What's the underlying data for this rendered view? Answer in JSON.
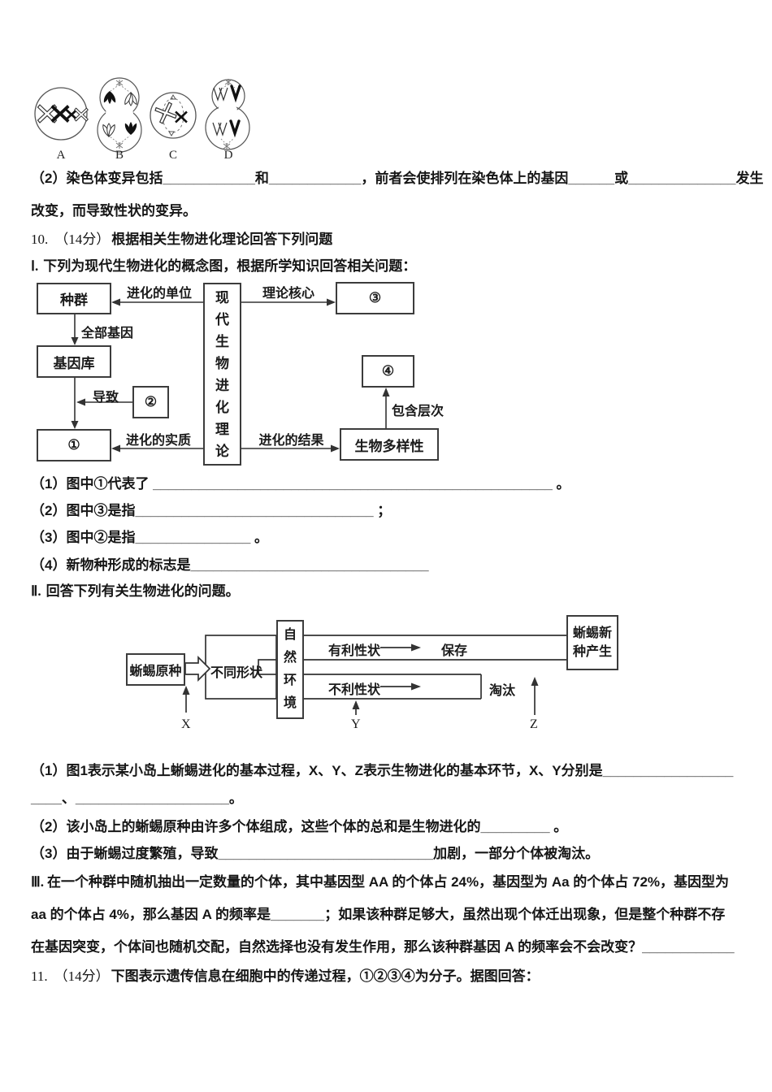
{
  "figure_cells": {
    "labels": [
      "A",
      "B",
      "C",
      "D"
    ]
  },
  "q9": {
    "line1": "（2）染色体变异包括____________和____________，前者会使排列在染色体上的基因______或______________发生",
    "line2": "改变，而导致性状的变异。"
  },
  "q10": {
    "number": "10.",
    "score": "（14分）",
    "title": "根据相关生物进化理论回答下列问题",
    "part1": {
      "heading_num": "Ⅰ.",
      "heading": "下列为现代生物进化的概念图，根据所学知识回答相关问题：",
      "flowchart": {
        "center": "现代生物进化理论",
        "population": "种群",
        "gene_pool": "基因库",
        "circle1": "①",
        "circle2": "②",
        "circle3": "③",
        "circle4": "④",
        "biodiversity": "生物多样性",
        "label_unit": "进化的单位",
        "label_core": "理论核心",
        "label_all_genes": "全部基因",
        "label_leads": "导致",
        "label_essence": "进化的实质",
        "label_result": "进化的结果",
        "label_levels": "包含层次"
      },
      "questions": [
        "（1）图中①代表了 ____________________________________________________ 。",
        "（2）图中③是指_______________________________ ；",
        "（3）图中②是指_______________ 。",
        "（4）新物种形成的标志是_______________________________"
      ]
    },
    "part2": {
      "heading_num": "Ⅱ.",
      "heading": "回答下列有关生物进化的问题。",
      "diagram": {
        "original_species": "蜥蜴原种",
        "different_traits": "不同形状",
        "environment": "自然环境",
        "favorable": "有利性状",
        "preserved": "保存",
        "unfavorable": "不利性状",
        "eliminated": "淘汰",
        "new_species_line1": "蜥蜴新",
        "new_species_line2": "种产生",
        "label_x": "X",
        "label_y": "Y",
        "label_z": "Z"
      },
      "lines": [
        "（1）图1表示某小岛上蜥蜴进化的基本过程，X、Y、Z表示生物进化的基本环节，X、Y分别是_________________",
        "____、____________________。",
        "（2）该小岛上的蜥蜴原种由许多个体组成，这些个体的总和是生物进化的_________ 。",
        "（3）由于蜥蜴过度繁殖，导致____________________________加剧，一部分个体被淘汰。"
      ]
    },
    "part3": {
      "heading_num": "Ⅲ.",
      "lines": [
        "在一个种群中随机抽出一定数量的个体，其中基因型 AA 的个体占 24%，基因型为 Aa 的个体占 72%，基因型为",
        "aa 的个体占 4%，那么基因 A 的频率是_______；如果该种群足够大，虽然出现个体迁出现象，但是整个种群不存",
        "在基因突变，个体间也随机交配，自然选择也没有发生作用，那么该种群基因 A 的频率会不会改变？____________"
      ]
    }
  },
  "q11": {
    "number": "11.",
    "score": "（14分）",
    "title": "下图表示遗传信息在细胞中的传递过程，①②③④为分子。据图回答："
  }
}
